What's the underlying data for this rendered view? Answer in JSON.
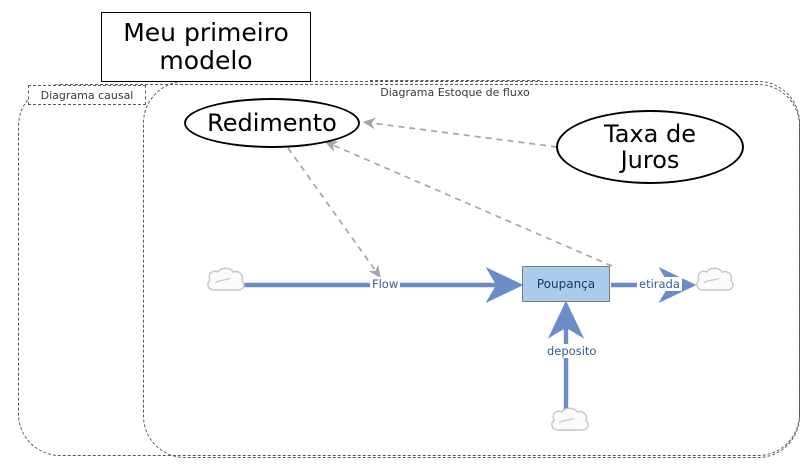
{
  "title": {
    "text": "Meu primeiro modelo"
  },
  "boundaries": [
    {
      "name": "causal-diagram-boundary",
      "label": "Diagrama causal"
    },
    {
      "name": "stock-flow-diagram-boundary",
      "label": "Diagrama Estoque de fluxo"
    }
  ],
  "labels": {
    "causal": "Diagrama causal",
    "stock_flow": "Diagrama Estoque de fluxo"
  },
  "nodes": {
    "redimento": "Redimento",
    "taxa_de_juros_line1": "Taxa de",
    "taxa_de_juros_line2": "Juros",
    "poupanca": "Poupança"
  },
  "flows": {
    "inflow_label": "Flow",
    "outflow_label": "etirada",
    "deposit_label": "deposito"
  },
  "colors": {
    "flow_arrow": "#6C8CC7",
    "stock_fill": "#A9CCEC",
    "stock_border": "#7C7C7C",
    "stock_text": "#1F3864",
    "causal_link": "#A6A6A6",
    "boundary": "#555A5E",
    "cloud_stroke": "#BFBFBF",
    "cloud_fill": "#FBFBFB"
  },
  "chart_data": {
    "type": "diagram",
    "subtype": "stock-and-flow",
    "stocks": [
      {
        "id": "poupanca",
        "label": "Poupança"
      }
    ],
    "variables": [
      {
        "id": "redimento",
        "label": "Redimento",
        "shape": "ellipse"
      },
      {
        "id": "taxa_de_juros",
        "label": "Taxa de Juros",
        "shape": "ellipse"
      }
    ],
    "sources_sinks": [
      {
        "id": "cloud_left",
        "label": ""
      },
      {
        "id": "cloud_right",
        "label": ""
      },
      {
        "id": "cloud_bottom",
        "label": ""
      }
    ],
    "flows": [
      {
        "id": "flow",
        "label": "Flow",
        "from": "cloud_left",
        "to": "poupanca"
      },
      {
        "id": "etirada",
        "label": "etirada",
        "from": "poupanca",
        "to": "cloud_right"
      },
      {
        "id": "deposito",
        "label": "deposito",
        "from": "cloud_bottom",
        "to": "poupanca"
      }
    ],
    "causal_links": [
      {
        "from": "redimento",
        "to": "flow"
      },
      {
        "from": "poupanca",
        "to": "redimento"
      },
      {
        "from": "taxa_de_juros",
        "to": "redimento"
      }
    ]
  }
}
